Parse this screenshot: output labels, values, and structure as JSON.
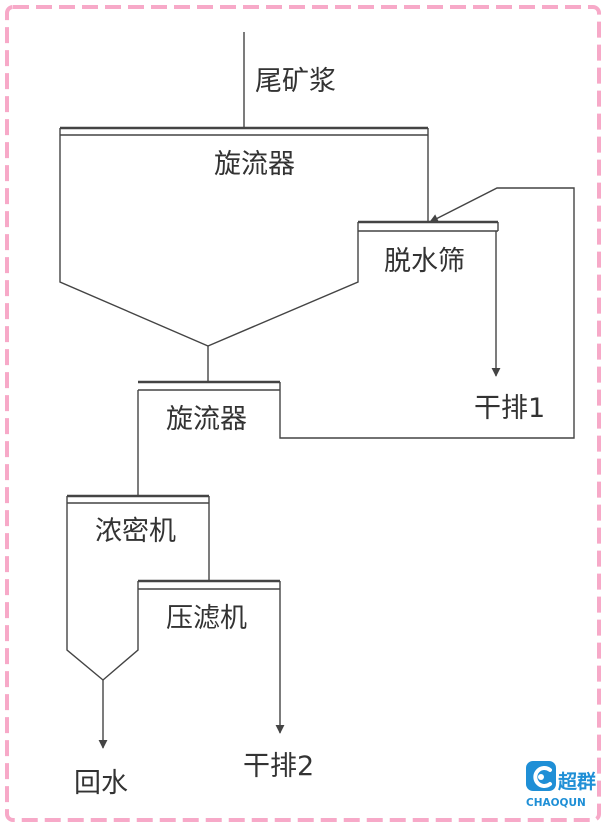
{
  "colors": {
    "frame": "#f7a9c8",
    "line": "#444444",
    "text": "#333333",
    "logo": "#1f8fd6"
  },
  "diagram": {
    "nodes": {
      "feed": "尾矿浆",
      "cyclone_1": "旋流器",
      "dewatering_screen": "脱水筛",
      "cyclone_2": "旋流器",
      "thickener": "浓密机",
      "filter_press": "压滤机"
    },
    "outputs": {
      "dry_discharge_1": "干排1",
      "dry_discharge_2": "干排2",
      "return_water": "回水"
    }
  },
  "logo": {
    "brand_cn": "超群",
    "brand_en": "CHAOQUN",
    "icon": "chaoqun-logo-icon"
  }
}
